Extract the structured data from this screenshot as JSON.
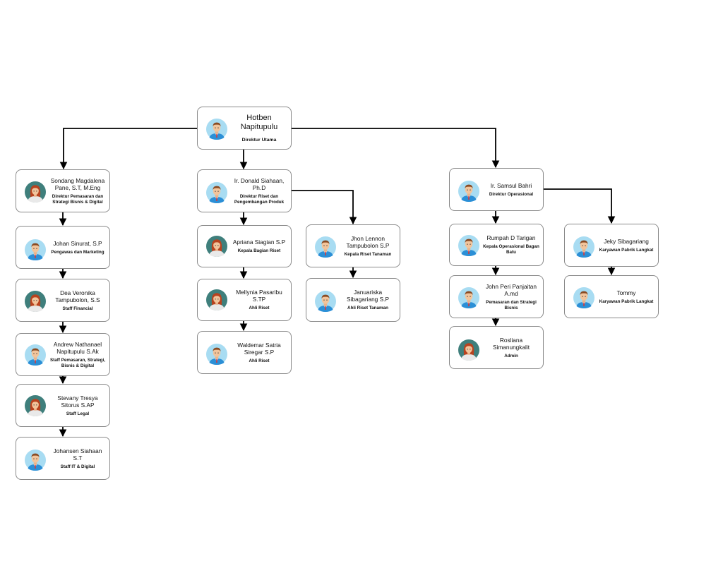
{
  "colors": {
    "line": "#000000",
    "card_border": "#8a8a8a",
    "avatar_bg": "#a8dcf2"
  },
  "nodes": [
    {
      "id": "root",
      "name": "Hotben Napitupulu",
      "role": "Direktur Utama",
      "gender": "male",
      "parent": null
    },
    {
      "id": "n_sondang",
      "name": "Sondang Magdalena Pane, S.T, M.Eng",
      "role": "Direktur Pemasaran dan Strategi Bisnis & Digital",
      "gender": "female",
      "parent": "root"
    },
    {
      "id": "n_johan",
      "name": "Johan Sinurat, S.P",
      "role": "Pengawas dan Marketing",
      "gender": "male",
      "parent": "n_sondang"
    },
    {
      "id": "n_dea",
      "name": "Dea Veronika Tampubolon, S.S",
      "role": "Staff Financial",
      "gender": "female",
      "parent": "n_johan"
    },
    {
      "id": "n_andrew",
      "name": "Andrew Nathanael Napitupulu S.Ak",
      "role": "Staff Pemasaran, Strategi, Bisnis & Digital",
      "gender": "male",
      "parent": "n_dea"
    },
    {
      "id": "n_stevany",
      "name": "Stevany Tresya Sitorus S.AP",
      "role": "Staff Legal",
      "gender": "female",
      "parent": "n_andrew"
    },
    {
      "id": "n_johansen",
      "name": "Johansen Siahaan S.T",
      "role": "Staff IT & Digital",
      "gender": "male",
      "parent": "n_stevany"
    },
    {
      "id": "n_donald",
      "name": "Ir. Donald Siahaan, Ph.D",
      "role": "Direktur Riset dan Pengembangan Produk",
      "gender": "male",
      "parent": "root"
    },
    {
      "id": "n_apriana",
      "name": "Apriana Siagian S.P",
      "role": "Kepala Bagian Riset",
      "gender": "female",
      "parent": "n_donald"
    },
    {
      "id": "n_mellynia",
      "name": "Mellynia Pasaribu S.TP",
      "role": "Ahli Riset",
      "gender": "female",
      "parent": "n_apriana"
    },
    {
      "id": "n_waldemar",
      "name": "Waldemar Satria Siregar S.P",
      "role": "Ahli Riset",
      "gender": "male",
      "parent": "n_mellynia"
    },
    {
      "id": "n_jhon",
      "name": "Jhon Lennon Tampubolon S.P",
      "role": "Kepala Riset Tanaman",
      "gender": "male",
      "parent": "n_donald"
    },
    {
      "id": "n_januariska",
      "name": "Januariska Sibagariang S.P",
      "role": "Ahli Riset Tanaman",
      "gender": "male",
      "parent": "n_jhon"
    },
    {
      "id": "n_samsul",
      "name": "Ir. Samsul Bahri",
      "role": "Direktur Operasional",
      "gender": "male",
      "parent": "root"
    },
    {
      "id": "n_rumpah",
      "name": "Rumpah D Tarigan",
      "role": "Kepala Operasional Bagan Batu",
      "gender": "male",
      "parent": "n_samsul"
    },
    {
      "id": "n_johnperi",
      "name": "John Peri Panjaitan A.md",
      "role": "Pemasaran dan Strategi Bisnis",
      "gender": "male",
      "parent": "n_rumpah"
    },
    {
      "id": "n_rosliana",
      "name": "Rosliana Simanungkalit",
      "role": "Admin",
      "gender": "female",
      "parent": "n_johnperi"
    },
    {
      "id": "n_jeky",
      "name": "Jeky Sibagariang",
      "role": "Karyawan Pabrik Langkat",
      "gender": "male",
      "parent": "n_samsul"
    },
    {
      "id": "n_tommy",
      "name": "Tommy",
      "role": "Karyawan Pabrik Langkat",
      "gender": "male",
      "parent": "n_jeky"
    }
  ]
}
